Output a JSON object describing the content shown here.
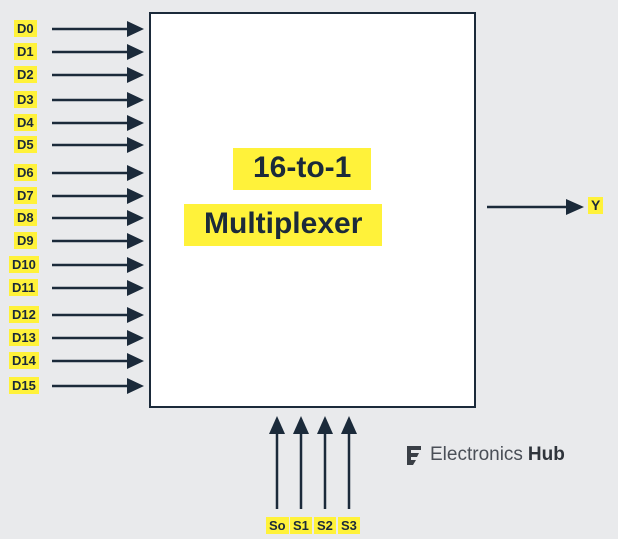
{
  "diagram": {
    "title_line1": "16-to-1",
    "title_line2": "Multiplexer",
    "inputs": [
      "D0",
      "D1",
      "D2",
      "D3",
      "D4",
      "D5",
      "D6",
      "D7",
      "D8",
      "D9",
      "D10",
      "D11",
      "D12",
      "D13",
      "D14",
      "D15"
    ],
    "output": "Y",
    "selects": [
      "So",
      "S1",
      "S2",
      "S3"
    ]
  },
  "branding": {
    "logo_text": "Electronics",
    "logo_text_bold": "Hub"
  },
  "colors": {
    "background": "#e9eaec",
    "highlight": "#fff23a",
    "ink": "#1b2a3a",
    "block_fill": "#ffffff"
  }
}
